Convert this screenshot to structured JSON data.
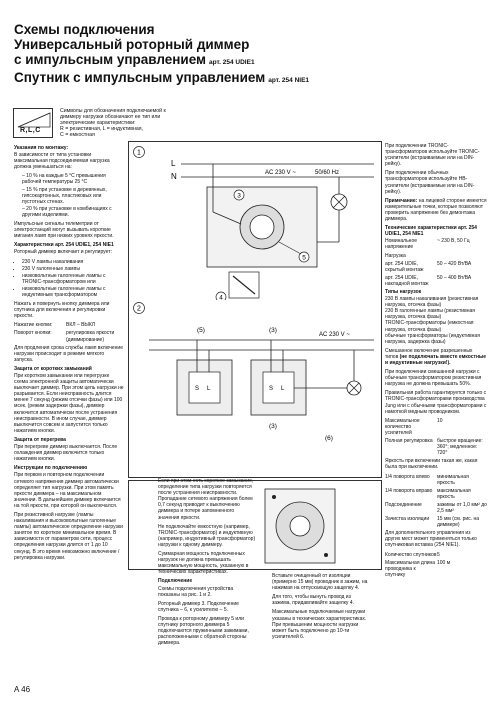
{
  "header": {
    "line1": "Схемы подключения",
    "line2": "Универсальный роторный диммер",
    "line3": "с импульсным управлением",
    "line3_art": "арт. 254 UDIE1",
    "line4": "Спутник с импульсным управлением",
    "line4_art": "арт. 254 NIE1"
  },
  "symbol": {
    "label": "R,L,C",
    "text_lines": [
      "Символы для обозначения подключаемой к",
      "диммеру нагрузки обозначают ее тип или",
      "электрические характеристики:",
      "R = резистивная, L = индуктивная,",
      "C = емкостная"
    ]
  },
  "left": {
    "h1": "Указания по монтажу:",
    "p1": "В зависимости от типа установки максимальная подсоединяемая нагрузка должна уменьшаться на:",
    "items1": [
      "– 10 % на каждые 5 °C превышения рабочей температуры 25 °C",
      "– 15 % при установке в деревянных, гипсокартонных, пластиковых или пустотных стенах.",
      "– 20 % при установке в комбинациях с другими изделиями."
    ],
    "p2": "Импульсные сигналы телеметрии от электростанций могут вызывать короткие мигания ламп при низких уровнях яркости.",
    "h2": "Характеристики арт. 254 UDIE1, 254 NIE1",
    "p3": "Роторный диммер включает и регулирует:",
    "items2": [
      "230 V лампы накаливания",
      "230 V галогенные лампы",
      "низковольтные галогенные лампы с TRONIC-трансформатором или",
      "низковольтные галогенные лампы с индуктивным трансформатором"
    ],
    "p4": "Нажать и повернуть кнопку диммера или спутника для включения и регулировки яркости.",
    "kv": [
      {
        "k": "Нажатие кнопки:",
        "v": "ВКЛ – ВЫКЛ"
      },
      {
        "k": "Поворот кнопки:",
        "v": "регулировка яркости (диммирование)"
      }
    ],
    "p5": "Для продления срока службы ламп включение нагрузки происходит в режиме мягкого запуска.",
    "h3": "Защита от коротких замыканий",
    "p6": "При коротком замыкании или перегрузке схема электронной защиты автоматически выключает диммер. При этом цепь нагрузки не разрывается. Если неисправность длится менее 7 секунд (режим отсечки фазы) или 100 мсек. (режим задержки фазы), диммер включится автоматически после устранения неисправности. В ином случае, диммер выключится совсем и запустится только нажатием кнопки.",
    "h4": "Защита от перегрева",
    "p7": "При перегреве диммер выключается. После охлаждения диммер включится только нажатием кнопки.",
    "h5": "Инструкции по подключению",
    "p8": "При первом и повторном подключении сетевого напряжения диммер автоматически определяет тип нагрузки. При этом память яркости диммера – на максимальном значении. В дальнейшем диммер включается на той яркости, при которой он выключался.",
    "p9": "При резистивной нагрузке (лампы накаливания и высоковольтные галогенные лампы) автоматическое определение нагрузки занятое по короткое минимальное время. В зависимости от параметров сети, процесс определения нагрузки длится от 1 до 10 секунд. В это время невозможно включение / регулировка нагрузки."
  },
  "diagram1": {
    "num": "1",
    "L": "L",
    "N": "N",
    "voltage": "AC 230 V ~",
    "freq": "50/60 Hz",
    "ref3": "3",
    "ref4": "4",
    "ref5": "5"
  },
  "diagram2": {
    "num": "2",
    "voltage": "AC 230 V ~",
    "ref3a": "(3)",
    "ref3b": "(3)",
    "ref5": "(5)",
    "ref6": "(6)",
    "term_l1": "S",
    "term_l2": "L",
    "term_r1": "S",
    "term_r2": "L"
  },
  "mid": {
    "p1": "Если при этом есть короткое замыкание, определение типа нагрузки повторяется после устранения неисправности. Пропадание сетевого напряжения более 0,7 секунд приводит к выключению диммера и потере запомненного значения яркости.",
    "p2": "Не подключайте емкостную (например, TRONIC-трансформатор) и индуктивную (например, индуктивный трансформатор) нагрузки к одному диммеру.",
    "p3": "Суммарная мощность подключенных нагрузок не должна превышать максимальную мощность, указанную в технических характеристиках.",
    "h1": "Подключение",
    "p4": "Схемы подключения устройства показаны на рис. 1 и 2.",
    "p5": "Роторный диммер 3. Подключение спутника – 6, к усилителю – 5.",
    "p6": "Провода к роторному диммеру 5 или спутнику роторного диммера 5 подключаются пружинными зажимами, расположенными с обратной стороны диммера."
  },
  "center": {
    "p1": "Вставьте очищенный от изоляции (примерно 15 мм) проводник в зажим, на нажимая на отпускающую защелку 4.",
    "p2": "Для того, чтобы вынуть провод из зажима, придавливайте защелку 4.",
    "p3": "Максимальные подключаемые нагрузки указаны в технических характеристиках. При превышении мощности нагрузки может быть подключено до 10-ти усилителей 6."
  },
  "right": {
    "p1": "При подключении TRONIC-трансформаторов используйте TRONIC-усилители (встраиваемые или на DIN-рейку).",
    "p2": "При подключении обычных трансформаторов используйте HB-усилители (встраиваемые или на DIN-рейку).",
    "p3_bold": "Примечание:",
    "p3": " на лицевой стороне имеются измерительные точки, которые позволяют проверить напряжение без демонтажа диммера.",
    "h1": "Технические характеристики арт. 254 UDIE1, 254 NIE1",
    "kv1": [
      {
        "k": "Номинальное напряжение",
        "v": "~ 230 В, 50 Гц"
      },
      {
        "k": "Нагрузка",
        "v": ""
      },
      {
        "k": "арт. 254 UDIE, скрытый монтаж",
        "v": "50 – 420 Вт/ВА"
      },
      {
        "k": "арт. 254 UDIE, накладной монтаж",
        "v": "50 – 400 Вт/ВА"
      }
    ],
    "h2": "Типы нагрузок",
    "loads": "230 В лампы накаливания (резистивная нагрузка, отсечка фазы)\n230 В галогенные лампы (резистивная нагрузка, отсечка фазы)\nTRONIC-трансформаторы (емкостная нагрузка, отсечка фазы)\nобычные трансформаторы (индуктивная нагрузка, задержка фазы)",
    "p4": "Смешанное включение разрешенных типов",
    "p4b": "(не подключать вместе емкостные и индуктивные нагрузки!).",
    "p5": "При подключении смешанной нагрузки с обычным трансформатором резистивная нагрузка не должна превышать 50%.",
    "p6": "Правильная работа гарантируется только с TRONIC-трансформаторами производства Jung или с обычными трансформаторами с намоткой медным проводником.",
    "kv2": [
      {
        "k": "Максимальное количество усилителей",
        "v": "10"
      },
      {
        "k": "Полная регулировка",
        "v": "быстрое вращение: 360°; медленное: 720°"
      }
    ],
    "p7": "Яркость при включении такая же, какая была при выключении.",
    "kv3": [
      {
        "k": "1/4 поворота влево",
        "v": "минимальная яркость"
      },
      {
        "k": "1/4 поворота вправо",
        "v": "максимальная яркость"
      },
      {
        "k": "Подсоединение",
        "v": "зажимы от 1,0 мм² до 2,5 мм²"
      },
      {
        "k": "Зачистка изоляции",
        "v": "15 мм (см. рис. на диммере)"
      }
    ],
    "p8": "Для дополнительного управления из других мест может применяться только спутниковая вставка (254 NIE1).",
    "kv4": [
      {
        "k": "Количество спутников",
        "v": "5"
      },
      {
        "k": "Максимальная длина проводника к спутнику",
        "v": "100 м"
      }
    ]
  },
  "footer": {
    "page": "A 46"
  }
}
